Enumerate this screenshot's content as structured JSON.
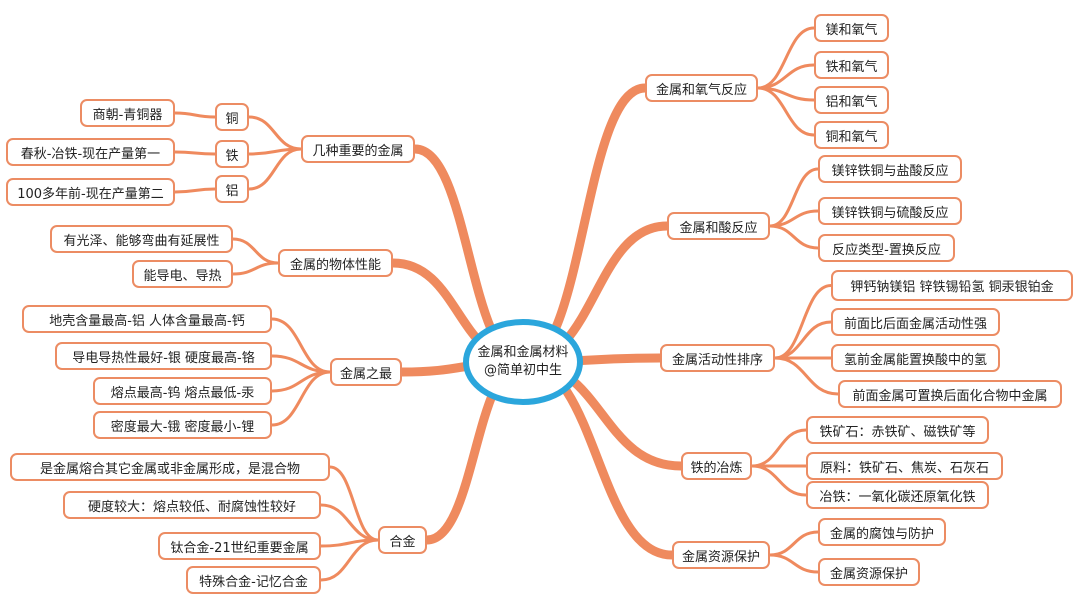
{
  "center": {
    "title": "金属和金属材料",
    "subtitle": "@简单初中生"
  },
  "colors": {
    "branch": "#ef8a5e",
    "border": "#ec8c63",
    "ellipse": "#2ba6dc"
  },
  "right": [
    {
      "label": "金属和氧气反应",
      "children": [
        "镁和氧气",
        "铁和氧气",
        "铝和氧气",
        "铜和氧气"
      ]
    },
    {
      "label": "金属和酸反应",
      "children": [
        "镁锌铁铜与盐酸反应",
        "镁锌铁铜与硫酸反应",
        "反应类型-置换反应"
      ]
    },
    {
      "label": "金属活动性排序",
      "children": [
        "钾钙钠镁铝  锌铁锡铅氢  铜汞银铂金",
        "前面比后面金属活动性强",
        "氢前金属能置换酸中的氢",
        "前面金属可置换后面化合物中金属"
      ]
    },
    {
      "label": "铁的冶炼",
      "children": [
        "铁矿石：赤铁矿、磁铁矿等",
        "原料：铁矿石、焦炭、石灰石",
        "冶铁：一氧化碳还原氧化铁"
      ]
    },
    {
      "label": "金属资源保护",
      "children": [
        "金属的腐蚀与防护",
        "金属资源保护"
      ]
    }
  ],
  "left": [
    {
      "label": "几种重要的金属",
      "children": [
        {
          "label": "铜",
          "children": [
            "商朝-青铜器"
          ]
        },
        {
          "label": "铁",
          "children": [
            "春秋-冶铁-现在产量第一"
          ]
        },
        {
          "label": "铝",
          "children": [
            "100多年前-现在产量第二"
          ]
        }
      ]
    },
    {
      "label": "金属的物体性能",
      "children": [
        "有光泽、能够弯曲有延展性",
        "能导电、导热"
      ]
    },
    {
      "label": "金属之最",
      "children": [
        "地壳含量最高-铝  人体含量最高-钙",
        "导电导热性最好-银  硬度最高-铬",
        "熔点最高-钨  熔点最低-汞",
        "密度最大-锇  密度最小-锂"
      ]
    },
    {
      "label": "合金",
      "children": [
        "是金属熔合其它金属或非金属形成，是混合物",
        "硬度较大：熔点较低、耐腐蚀性较好",
        "钛合金-21世纪重要金属",
        "特殊合金-记忆合金"
      ]
    }
  ]
}
